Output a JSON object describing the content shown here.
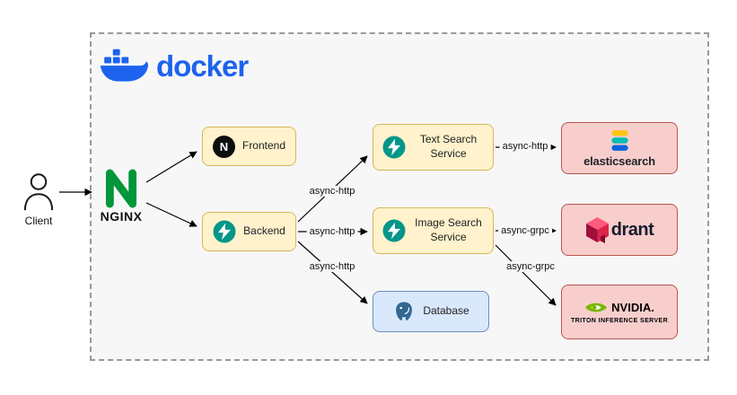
{
  "docker": {
    "wordmark": "docker"
  },
  "client": {
    "label": "Client"
  },
  "nginx": {
    "label": "NGINX"
  },
  "nodes": {
    "frontend": {
      "label": "Frontend",
      "icon_letter": "N"
    },
    "backend": {
      "label": "Backend"
    },
    "text_search": {
      "label": "Text Search Service"
    },
    "image_search": {
      "label": "Image Search Service"
    },
    "database": {
      "label": "Database"
    },
    "elasticsearch": {
      "wordmark": "elasticsearch"
    },
    "qdrant": {
      "wordmark": "drant"
    },
    "triton": {
      "brand": "NVIDIA.",
      "subtitle": "TRITON INFERENCE SERVER"
    }
  },
  "edges": {
    "backend_text_search": {
      "label": "async-http"
    },
    "backend_image_search": {
      "label": "async-http"
    },
    "backend_database": {
      "label": "async-http"
    },
    "text_search_elasticsearch": {
      "label": "async-http"
    },
    "image_search_qdrant": {
      "label": "async-grpc"
    },
    "image_search_triton": {
      "label": "async-grpc"
    }
  },
  "colors": {
    "service_bg": "#fff2cc",
    "service_border": "#d6b656",
    "database_bg": "#dae8fc",
    "database_border": "#6c8ebf",
    "external_bg": "#f8cecc",
    "external_border": "#b85450",
    "docker_blue": "#1d63ed",
    "nginx_green": "#009639",
    "fastapi_teal": "#009688",
    "postgres_blue": "#336791",
    "nvidia_green": "#76b900",
    "qdrant_red": "#dc244c",
    "elastic_yellow": "#fec514",
    "elastic_teal": "#00bfb3",
    "elastic_blue": "#0b64dd"
  }
}
